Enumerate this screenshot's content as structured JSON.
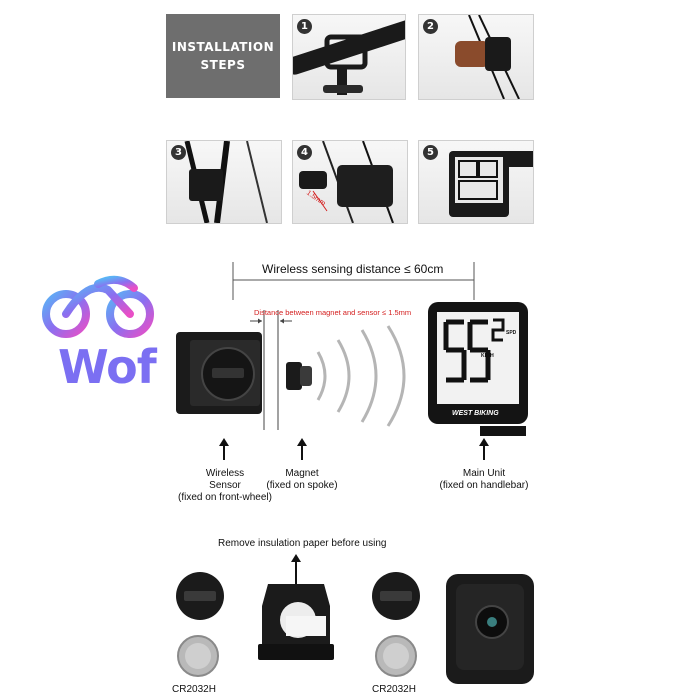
{
  "installation": {
    "title_line1": "INSTALLATION",
    "title_line2": "STEPS",
    "steps": [
      "1",
      "2",
      "3",
      "4",
      "5"
    ],
    "step4_measure": "1.5mm"
  },
  "logo": {
    "text": "Wof",
    "icon": "bicycle-logo-icon"
  },
  "diagram": {
    "wireless_distance": "Wireless sensing distance ≤ 60cm",
    "magnet_distance": "Distance between magnet and sensor ≤ 1.5mm",
    "device": {
      "brand": "WEST BIKING",
      "speed_digits": "55",
      "small_digit": "2",
      "unit": "KM/H",
      "mode": "SPD"
    },
    "labels": {
      "sensor_line1": "Wireless",
      "sensor_line2": "Sensor",
      "sensor_line3": "(fixed on front-wheel)",
      "magnet_line1": "Magnet",
      "magnet_line2": "(fixed on spoke)",
      "main_line1": "Main Unit",
      "main_line2": "(fixed on handlebar)"
    }
  },
  "battery": {
    "remove_note": "Remove insulation paper before using",
    "cell_left": "CR2032H",
    "cell_right": "CR2032H"
  }
}
